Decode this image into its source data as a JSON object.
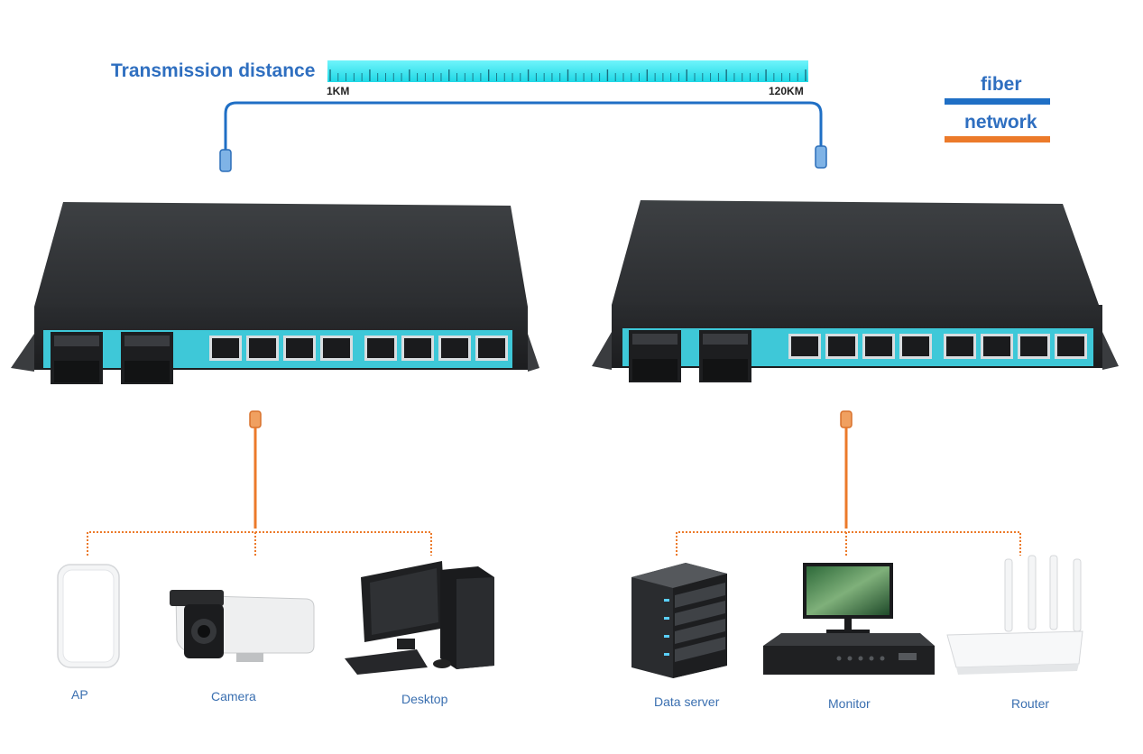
{
  "title": "Transmission distance",
  "scale": {
    "min_label": "1KM",
    "max_label": "120KM"
  },
  "legend": [
    {
      "name": "fiber",
      "color": "#1f6fc5"
    },
    {
      "name": "network",
      "color": "#ec7a2a"
    }
  ],
  "switches": [
    {
      "id": "left",
      "fiber_ports": 2,
      "rj45_ports": 8
    },
    {
      "id": "right",
      "fiber_ports": 2,
      "rj45_ports": 8
    }
  ],
  "devices_left": [
    {
      "label": "AP",
      "icon": "access-point-icon"
    },
    {
      "label": "Camera",
      "icon": "camera-icon"
    },
    {
      "label": "Desktop",
      "icon": "desktop-icon"
    }
  ],
  "devices_right": [
    {
      "label": "Data server",
      "icon": "server-icon"
    },
    {
      "label": "Monitor",
      "icon": "monitor-nvr-icon"
    },
    {
      "label": "Router",
      "icon": "router-icon"
    }
  ],
  "colors": {
    "ruler": "#2ee8f2",
    "fiber": "#1f6fc5",
    "network": "#ec7a2a",
    "switch_body": "#2b2d30",
    "switch_port_strip": "#3ec8d8",
    "label_text": "#3a6fb0"
  }
}
